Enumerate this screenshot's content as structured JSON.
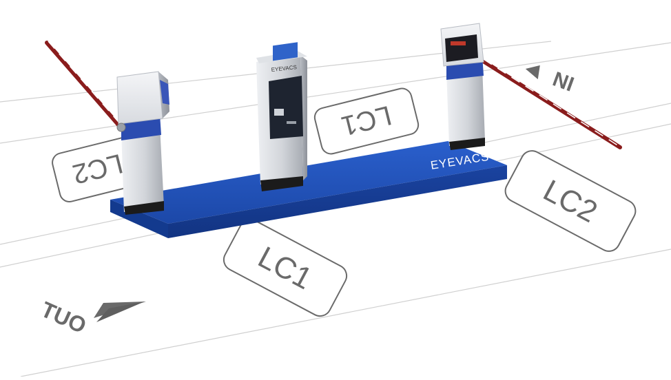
{
  "brand": {
    "base_label": "EYEVACS",
    "kiosk_label": "EYEVACS",
    "color": "#1f4fb5"
  },
  "lanes": {
    "in_label": "IN",
    "out_label": "OUT",
    "loops": [
      "LC1",
      "LC1",
      "LC2",
      "LC2"
    ]
  },
  "colors": {
    "ground_lines": "#c8c8c8",
    "loop_stroke": "#6a6a6a",
    "loop_text": "#6a6a6a",
    "base_blue": "#1f4fb5",
    "pillar_silver": "#d6d8dc",
    "boom_red": "#8a1c1c"
  }
}
